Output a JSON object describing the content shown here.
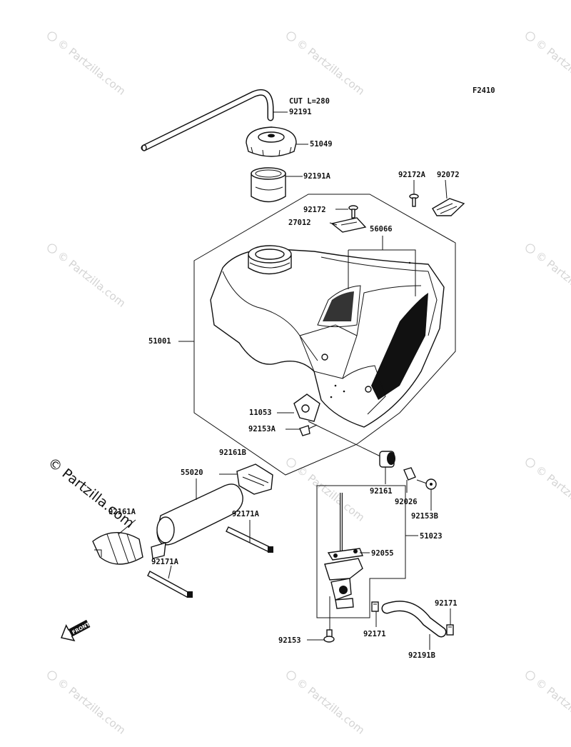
{
  "figure_code": "F2410",
  "watermark": "© Partzilla.com",
  "labels": {
    "cut": "CUT L=280",
    "p92191": "92191",
    "p51049": "51049",
    "p92191A": "92191A",
    "p92172A": "92172A",
    "p92072": "92072",
    "p92172": "92172",
    "p27012": "27012",
    "p56066": "56066",
    "p51001": "51001",
    "p11053": "11053",
    "p92153A": "92153A",
    "p92161B": "92161B",
    "p55020": "55020",
    "p92161A": "92161A",
    "p92171A_1": "92171A",
    "p92171A_2": "92171A",
    "p92161": "92161",
    "p92026": "92026",
    "p92153B": "92153B",
    "p51023": "51023",
    "p92055": "92055",
    "p92153": "92153",
    "p92171_1": "92171",
    "p92171_2": "92171",
    "p92191B": "92191B",
    "front": "FRONT"
  }
}
